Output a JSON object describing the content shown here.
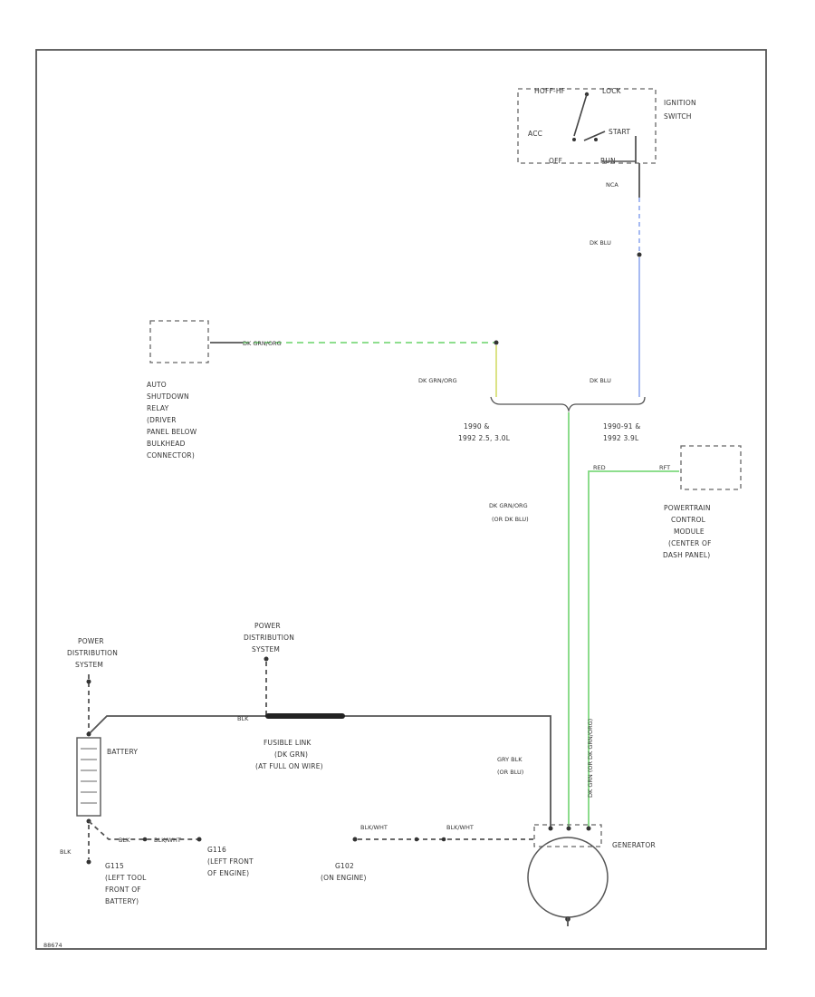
{
  "colors": {
    "line": "#555555",
    "green": "#7fd97f",
    "blue": "#9db3f0",
    "yellow": "#d8e07a",
    "dark": "#222222"
  },
  "ignition": {
    "lbl_hoff": "HOFF-HF",
    "lbl_lock": "LOCK",
    "lbl_acc": "ACC",
    "lbl_start": "START",
    "lbl_off": "OFF",
    "lbl_run": "RUN",
    "lbl_name1": "IGNITION",
    "lbl_name2": "SWITCH"
  },
  "wires": {
    "nca": "NCA",
    "dk_blu_top": "DK BLU",
    "dk_blu_bottom": "DK BLU",
    "dk_grn_org": "DK GRN/ORG",
    "blk_pdc": "BLK",
    "fusible_1": "FUSIBLE LINK",
    "fusible_2": "(DK GRN)",
    "fusible_3": "(AT FULL ON WIRE)",
    "grn_blk_1": "GRY BLK",
    "grn_blk_2": "(OR BLU)",
    "dk_grnorg_2_1": "DK GRN/ORG",
    "dk_grnorg_2_2": "(OR DK BLU)",
    "dk_grnorg_vertical": "DK GRN (OR DK GRN/ORG)",
    "pcm_left": "RED",
    "pcm_right": "RFT",
    "blk_batt": "BLK",
    "blk_g116": "BLK",
    "blk_wht": "BLK/WHT",
    "blk_wht_1": "BLK/WHT",
    "blk_wht_2": "BLK/WHT"
  },
  "labels": {
    "asd_1": "AUTO",
    "asd_2": "SHUTDOWN",
    "asd_3": "RELAY",
    "asd_4": "(DRIVER",
    "asd_5": "PANEL BELOW",
    "asd_6": "BULKHEAD",
    "asd_7": "CONNECTOR)",
    "split_left_1": "1990 &",
    "split_left_2": "1992 2.5, 3.0L",
    "split_right_1": "1990-91 &",
    "split_right_2": "1992 3.9L",
    "pcm_1": "POWERTRAIN",
    "pcm_2": "CONTROL",
    "pcm_3": "MODULE",
    "pcm_4": "(CENTER OF",
    "pcm_5": "DASH PANEL)",
    "pdc_left_1": "POWER",
    "pdc_left_2": "DISTRIBUTION",
    "pdc_left_3": "SYSTEM",
    "pdc_mid_1": "POWER",
    "pdc_mid_2": "DISTRIBUTION",
    "pdc_mid_3": "SYSTEM",
    "battery": "BATTERY",
    "g116_1": "G116",
    "g116_2": "(LEFT FRONT",
    "g116_3": "OF ENGINE)",
    "g115_1": "G115",
    "g115_2": "(LEFT TOOL",
    "g115_3": "FRONT OF",
    "g115_4": "BATTERY)",
    "g102_1": "G102",
    "g102_2": "(ON ENGINE)",
    "generator": "GENERATOR",
    "figure_id": "88674"
  }
}
